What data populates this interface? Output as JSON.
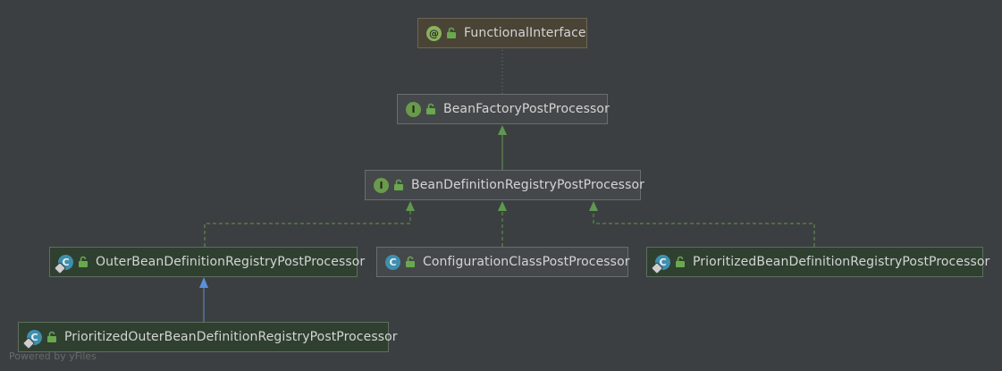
{
  "nodes": {
    "functional_interface": {
      "label": "FunctionalInterface",
      "kind": "@"
    },
    "bean_factory_post_processor": {
      "label": "BeanFactoryPostProcessor",
      "kind": "I"
    },
    "bean_definition_registry_post_processor": {
      "label": "BeanDefinitionRegistryPostProcessor",
      "kind": "I"
    },
    "outer_bean_definition_registry_post_processor": {
      "label": "OuterBeanDefinitionRegistryPostProcessor",
      "kind": "C"
    },
    "configuration_class_post_processor": {
      "label": "ConfigurationClassPostProcessor",
      "kind": "C"
    },
    "prioritized_bean_definition_registry_post_processor": {
      "label": "PrioritizedBeanDefinitionRegistryPostProcessor",
      "kind": "C"
    },
    "prioritized_outer_bean_definition_registry_post_processor": {
      "label": "PrioritizedOuterBeanDefinitionRegistryPostProcessor",
      "kind": "C"
    }
  },
  "footer": "Powered by yFiles",
  "colors": {
    "background": "#3c3f41",
    "extends_arrow": "#5f9950",
    "implements_arrow": "#5f9950",
    "class_extends_arrow": "#5c8fd6",
    "annotation_link": "#6e6e6e"
  }
}
